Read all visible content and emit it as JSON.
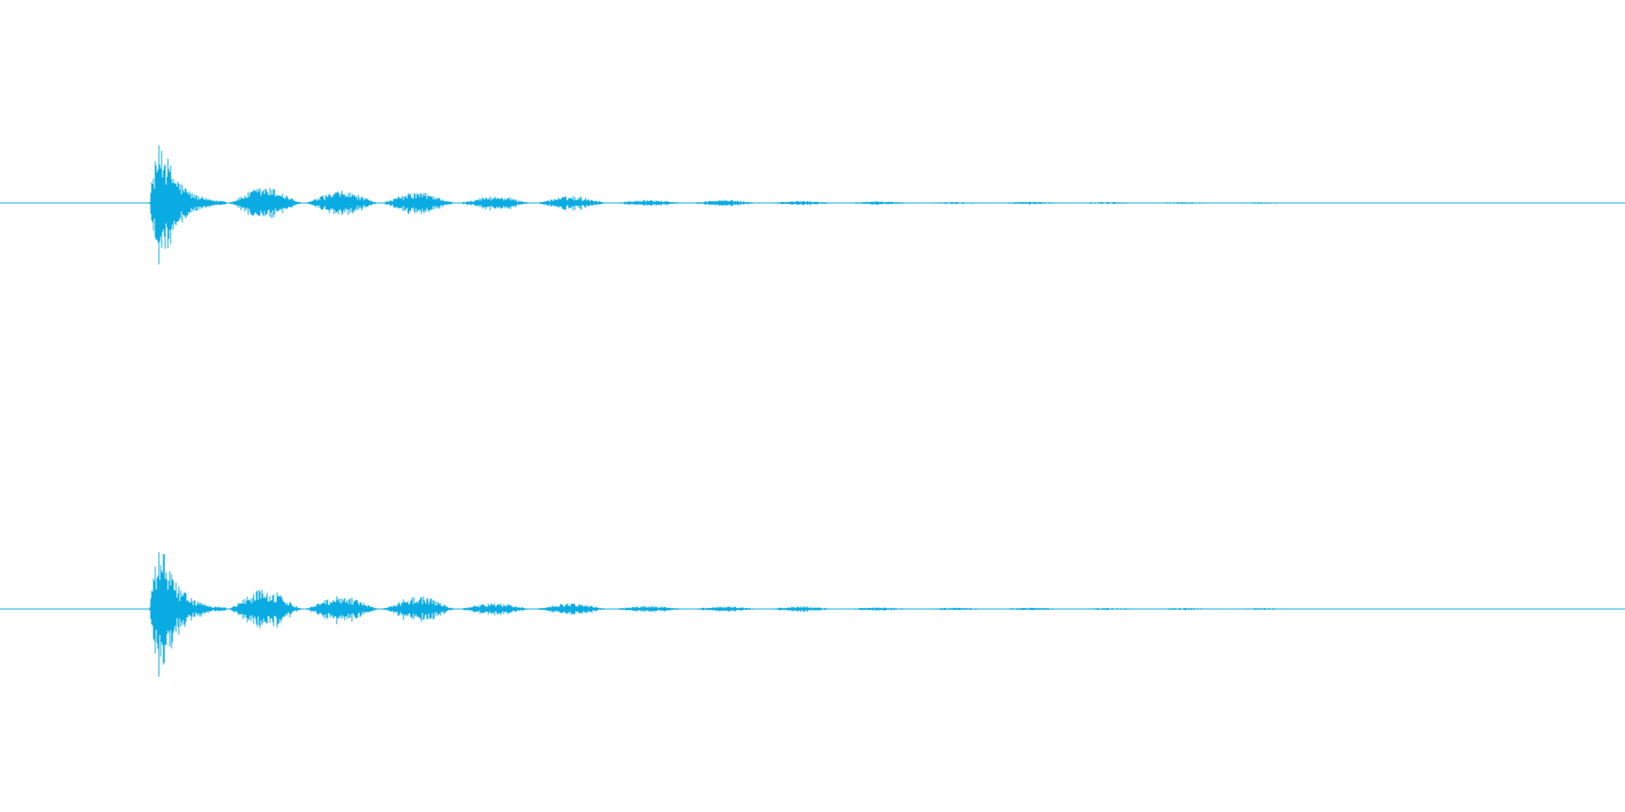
{
  "waveform": {
    "color": "#0aabe3",
    "channels": [
      {
        "channel": "top",
        "bursts": [
          {
            "t": 0.0,
            "amp": 0.33,
            "dur": 0.052
          },
          {
            "t": 0.052,
            "amp": 0.08,
            "dur": 0.052
          },
          {
            "t": 0.104,
            "amp": 0.06,
            "dur": 0.052
          },
          {
            "t": 0.156,
            "amp": 0.055,
            "dur": 0.052
          },
          {
            "t": 0.208,
            "amp": 0.035,
            "dur": 0.052
          },
          {
            "t": 0.26,
            "amp": 0.035,
            "dur": 0.052
          },
          {
            "t": 0.312,
            "amp": 0.015,
            "dur": 0.052
          },
          {
            "t": 0.364,
            "amp": 0.015,
            "dur": 0.052
          },
          {
            "t": 0.416,
            "amp": 0.01,
            "dur": 0.052
          },
          {
            "t": 0.468,
            "amp": 0.008,
            "dur": 0.052
          },
          {
            "t": 0.52,
            "amp": 0.006,
            "dur": 0.052
          },
          {
            "t": 0.572,
            "amp": 0.006,
            "dur": 0.052
          },
          {
            "t": 0.624,
            "amp": 0.005,
            "dur": 0.052
          },
          {
            "t": 0.676,
            "amp": 0.005,
            "dur": 0.052
          },
          {
            "t": 0.728,
            "amp": 0.004,
            "dur": 0.052
          }
        ]
      },
      {
        "channel": "bottom",
        "bursts": [
          {
            "t": 0.0,
            "amp": 0.33,
            "dur": 0.052
          },
          {
            "t": 0.052,
            "amp": 0.1,
            "dur": 0.052
          },
          {
            "t": 0.104,
            "amp": 0.07,
            "dur": 0.052
          },
          {
            "t": 0.156,
            "amp": 0.065,
            "dur": 0.052
          },
          {
            "t": 0.208,
            "amp": 0.03,
            "dur": 0.052
          },
          {
            "t": 0.26,
            "amp": 0.03,
            "dur": 0.052
          },
          {
            "t": 0.312,
            "amp": 0.015,
            "dur": 0.052
          },
          {
            "t": 0.364,
            "amp": 0.012,
            "dur": 0.052
          },
          {
            "t": 0.416,
            "amp": 0.012,
            "dur": 0.052
          },
          {
            "t": 0.468,
            "amp": 0.008,
            "dur": 0.052
          },
          {
            "t": 0.52,
            "amp": 0.006,
            "dur": 0.052
          },
          {
            "t": 0.572,
            "amp": 0.006,
            "dur": 0.052
          },
          {
            "t": 0.624,
            "amp": 0.005,
            "dur": 0.052
          },
          {
            "t": 0.676,
            "amp": 0.005,
            "dur": 0.052
          },
          {
            "t": 0.728,
            "amp": 0.004,
            "dur": 0.052
          }
        ]
      }
    ]
  }
}
